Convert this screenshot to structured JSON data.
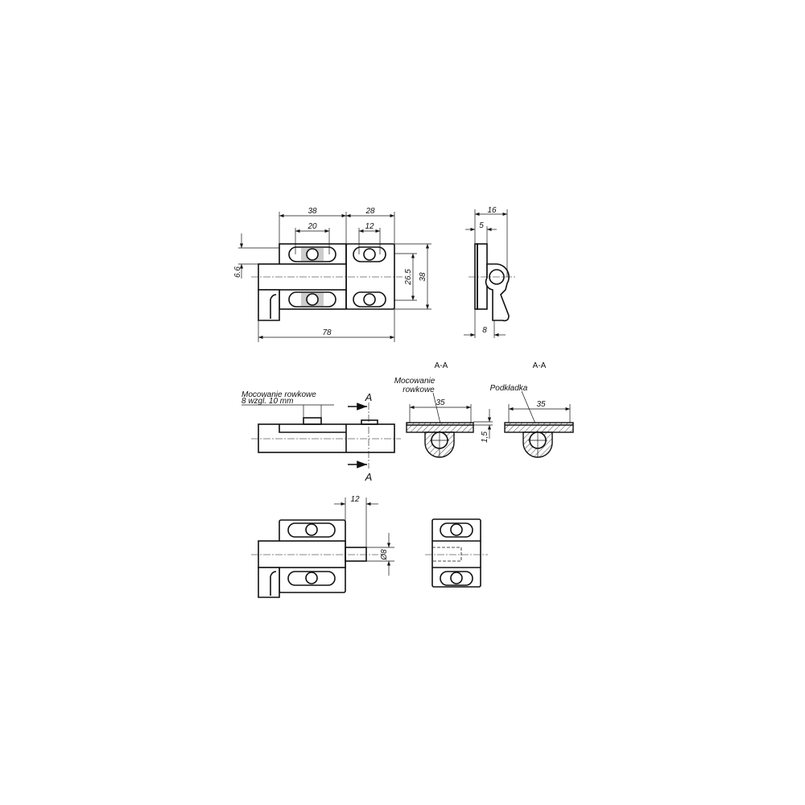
{
  "top_view": {
    "dims": {
      "overall_length": "78",
      "left_block": "38",
      "right_block": "28",
      "left_slot": "20",
      "right_slot": "12",
      "slot_spacing": "26.5",
      "height": "38",
      "offset": "6.6"
    }
  },
  "side_view": {
    "dims": {
      "width": "16",
      "flange": "5",
      "base": "8"
    }
  },
  "section_view": {
    "note_line1": "Mocowanie rowkowe",
    "note_line2": "8 wzgl. 10 mm",
    "cut_label_top": "A",
    "cut_label_bottom": "A"
  },
  "section_aa_1": {
    "title": "A-A",
    "label_line1": "Mocowanie",
    "label_line2": "rowkowe",
    "width": "35",
    "thickness": "1,5"
  },
  "section_aa_2": {
    "title": "A-A",
    "label": "Podkładka",
    "width": "35"
  },
  "bottom_view": {
    "dims": {
      "pin_length": "12",
      "pin_diameter": "Ø8"
    }
  }
}
